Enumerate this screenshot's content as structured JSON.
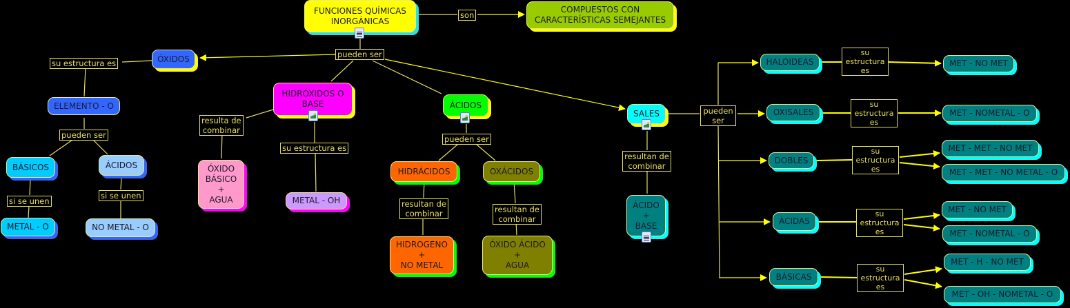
{
  "colors": {
    "background": "#000000",
    "line": "#e8e060",
    "arrow": "#ffff00"
  },
  "concepts": {
    "root": {
      "text": "FUNCIONES QUÍMICAS\nINORGÁNICAS",
      "fill": "#ffff00",
      "shadow": "#28e0e0"
    },
    "compuestos": {
      "text": "COMPUESTOS CON\nCARACTERÍSTICAS SEMEJANTES",
      "fill": "#99cc00",
      "shadow": "#ffff00"
    },
    "oxidos": {
      "text": "ÓXIDOS",
      "fill": "#3366ff",
      "shadow": "#ffff00"
    },
    "elemento_o": {
      "text": "ELEMENTO - O",
      "fill": "#3366ff",
      "shadow": "#000000"
    },
    "basicos": {
      "text": "BÁSICOS",
      "fill": "#00ccff",
      "shadow": "#3366ff"
    },
    "acidos_ox": {
      "text": "ÁCIDOS",
      "fill": "#99ccff",
      "shadow": "#3366ff"
    },
    "metal_o": {
      "text": "METAL - O",
      "fill": "#00ccff",
      "shadow": "#3366ff"
    },
    "no_metal_o": {
      "text": "NO METAL - O",
      "fill": "#99ccff",
      "shadow": "#3366ff"
    },
    "hidroxidos": {
      "text": "HIDRÓXIDOS O\nBASE",
      "fill": "#ff00ff",
      "shadow": "#ffff00"
    },
    "oxido_basico_agua": {
      "text": "ÓXIDO\nBÁSICO\n+\nAGUA",
      "fill": "#ff99cc",
      "shadow": "#ff00ff"
    },
    "metal_oh": {
      "text": "METAL - OH",
      "fill": "#cc99ff",
      "shadow": "#ff00ff"
    },
    "acidos": {
      "text": "ÁCIDOS",
      "fill": "#00ff00",
      "shadow": "#ffff00"
    },
    "hidracidos": {
      "text": "HIDRÁCIDOS",
      "fill": "#ff6600",
      "shadow": "#00ff00"
    },
    "oxacidos": {
      "text": "OXÁCIDOS",
      "fill": "#808000",
      "shadow": "#00ff00"
    },
    "hidrogeno_no_metal": {
      "text": "HIDROGENO\n+\nNO METAL",
      "fill": "#ff6600",
      "shadow": "#00ff00"
    },
    "oxido_acido_agua": {
      "text": "ÓXIDO ÁCIDO\n+\nAGUA",
      "fill": "#808000",
      "shadow": "#00ff00"
    },
    "sales": {
      "text": "SALES",
      "fill": "#00ffff",
      "shadow": "#ffff00"
    },
    "acido_base": {
      "text": "ÁCIDO\n+\nBASE",
      "fill": "#008080",
      "shadow": "#00ffff"
    },
    "haloideas": {
      "text": "HALOIDEAS",
      "fill": "#008080",
      "shadow": "#00ffff"
    },
    "oxisales": {
      "text": "OXISALES",
      "fill": "#008080",
      "shadow": "#00ffff"
    },
    "dobles": {
      "text": "DOBLES",
      "fill": "#008080",
      "shadow": "#00ffff"
    },
    "acidas": {
      "text": "ÁCIDAS",
      "fill": "#008080",
      "shadow": "#00ffff"
    },
    "basicas": {
      "text": "BÁSICAS",
      "fill": "#008080",
      "shadow": "#00ffff"
    },
    "met_no_met_1": {
      "text": "MET - NO MET",
      "fill": "#008080",
      "shadow": "#00ffff"
    },
    "met_nometal_o_1": {
      "text": "MET - NOMETAL - O",
      "fill": "#008080",
      "shadow": "#00ffff"
    },
    "met_met_no_met": {
      "text": "MET - MET - NO MET",
      "fill": "#008080",
      "shadow": "#00ffff"
    },
    "met_met_no_metal_o": {
      "text": "MET - MET - NO METAL - O",
      "fill": "#008080",
      "shadow": "#00ffff"
    },
    "met_no_met_2": {
      "text": "MET - NO MET",
      "fill": "#008080",
      "shadow": "#00ffff"
    },
    "met_nometal_o_2": {
      "text": "MET - NOMETAL - O",
      "fill": "#008080",
      "shadow": "#00ffff"
    },
    "met_h_no_met": {
      "text": "MET - H - NO MET",
      "fill": "#008080",
      "shadow": "#00ffff"
    },
    "met_oh_nometal_o": {
      "text": "MET - OH - NOMETAL - O",
      "fill": "#008080",
      "shadow": "#00ffff"
    }
  },
  "links": {
    "son": "son",
    "pueden_ser_main": "pueden ser",
    "su_estructura_oxidos": " su estructura es",
    "pueden_ser_oxidos": "pueden ser",
    "si_se_unen_1": "si se unen",
    "si_se_unen_2": "si se unen",
    "resulta_de_combinar": "resulta de\ncombinar",
    "su_estructura_hidroxidos": "su estructura es",
    "pueden_ser_acidos": "pueden ser",
    "resultan_hidracidos": "resultan de\ncombinar",
    "resultan_oxacidos": "resultan de\ncombinar",
    "resultan_sales": "resultan de\ncombinar",
    "pueden_ser_sales": "pueden\nser",
    "su_estructura_haloideas": "su\nestructura\nes",
    "su_estructura_oxisales": "su\nestructura\nes",
    "su_estructura_dobles": "su\nestructura\nes",
    "su_estructura_acidas": "su\nestructura\nes",
    "su_estructura_basicas": "su\nestructura\nes"
  },
  "resource_icons": {
    "root": "document-icon",
    "hidroxidos": "image-icon",
    "acidos": "image-icon",
    "sales": "image-icon",
    "acido_base": "document-icon"
  }
}
